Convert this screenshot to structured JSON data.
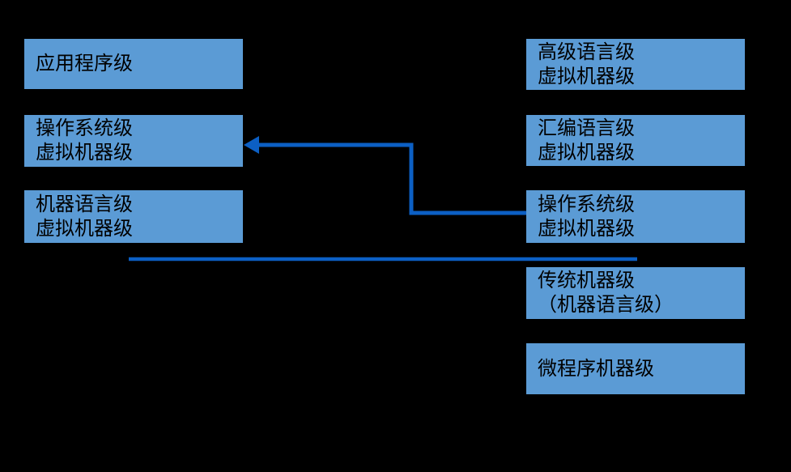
{
  "diagram": {
    "title": "computer-hierarchy-levels-diagram",
    "left_boxes": [
      {
        "id": "application-level",
        "lines": [
          "应用程序级"
        ]
      },
      {
        "id": "os-virtual-machine",
        "lines": [
          "操作系统级",
          "虚拟机器级"
        ]
      },
      {
        "id": "machine-language-vm",
        "lines": [
          "机器语言级",
          "虚拟机器级"
        ]
      }
    ],
    "right_boxes": [
      {
        "id": "high-level-language-vm",
        "lines": [
          "高级语言级",
          "虚拟机器级"
        ]
      },
      {
        "id": "assembly-language-vm",
        "lines": [
          "汇编语言级",
          "虚拟机器级"
        ]
      },
      {
        "id": "os-virtual-machine",
        "lines": [
          "操作系统级",
          "虚拟机器级"
        ]
      },
      {
        "id": "traditional-machine",
        "lines": [
          "传统机器级",
          "（机器语言级）"
        ]
      },
      {
        "id": "microprogram-machine",
        "lines": [
          "微程序机器级"
        ]
      }
    ],
    "connector": {
      "from": "right os-virtual-machine box",
      "to": "left os-virtual-machine box",
      "style": "elbow-arrow"
    }
  },
  "colors": {
    "background": "#000000",
    "box_fill": "#5B9BD5",
    "box_text": "#000000",
    "connector": "#0C5FC4"
  }
}
